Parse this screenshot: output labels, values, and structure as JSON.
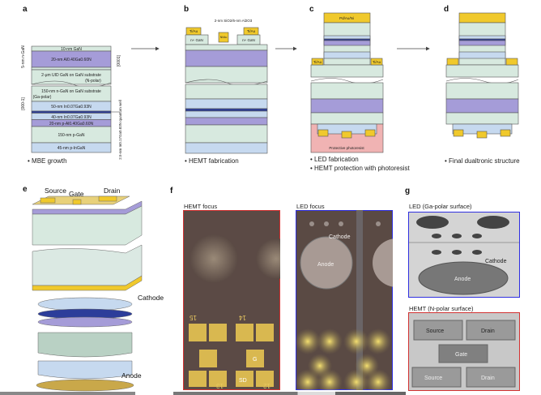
{
  "panels": {
    "a": {
      "label": "a",
      "caption": "• MBE growth",
      "layers": [
        "10-nm GaN",
        "20-nm Al0.40Ga0.60N",
        "2-μm UID GaN on GaN substrate",
        "(N-polar)",
        "150-nm n-GaN on GaN substrate",
        "(Ga-polar)",
        "50-nm In0.07Ga0.93N",
        "40-nm In0.07Ga0.93N",
        "20-nm p-Al0.40Ga0.60N",
        "150-nm p-GaN",
        "45-nm p-InGaN"
      ],
      "side_left": "5-nm n-GaN",
      "dir_top": "[0001]",
      "dir_bottom": "[000-1]",
      "qw_label": "2.5-nm In0.17Ga0.83N quantum well"
    },
    "b": {
      "label": "b",
      "caption": "• HEMT fabrication",
      "dielectric": "2-nm SiO2/6-nm Al2O3",
      "contact": "Ti/Au",
      "gate": "Ni/Au",
      "ngan": "n+ GaN"
    },
    "c": {
      "label": "c",
      "caption1": "• LED fabrication",
      "caption2": "• HEMT protection with photoresist",
      "top_contact": "Pd/Au/Ni",
      "contact": "Ti/Au",
      "photoresist": "Protective photoresist"
    },
    "d": {
      "label": "d",
      "caption": "• Final dualtronic structure"
    },
    "e": {
      "label": "e",
      "source": "Source",
      "gate": "Gate",
      "drain": "Drain",
      "cathode": "Cathode",
      "anode": "Anode"
    },
    "f": {
      "label": "f",
      "hemt_title": "HEMT focus",
      "led_title": "LED focus",
      "cathode": "Cathode",
      "anode": "Anode",
      "pad_g": "G",
      "pad_sd": "SD",
      "n15": "15",
      "n14": "14",
      "n13": "13",
      "n12": "12"
    },
    "g": {
      "label": "g",
      "led_title": "LED (Ga-polar surface)",
      "hemt_title": "HEMT (N-polar surface)",
      "cathode": "Cathode",
      "anode": "Anode",
      "source": "Source",
      "drain": "Drain",
      "gate": "Gate"
    }
  },
  "colors": {
    "gan": "#d7e9df",
    "algan": "#a59cd8",
    "ingan": "#c6d9ef",
    "qw": "#2c3d9a",
    "gold": "#f0c92c",
    "led_frame": "#2f2fe0",
    "hemt_frame": "#d23232",
    "photoresist": "#f0b3b3"
  }
}
